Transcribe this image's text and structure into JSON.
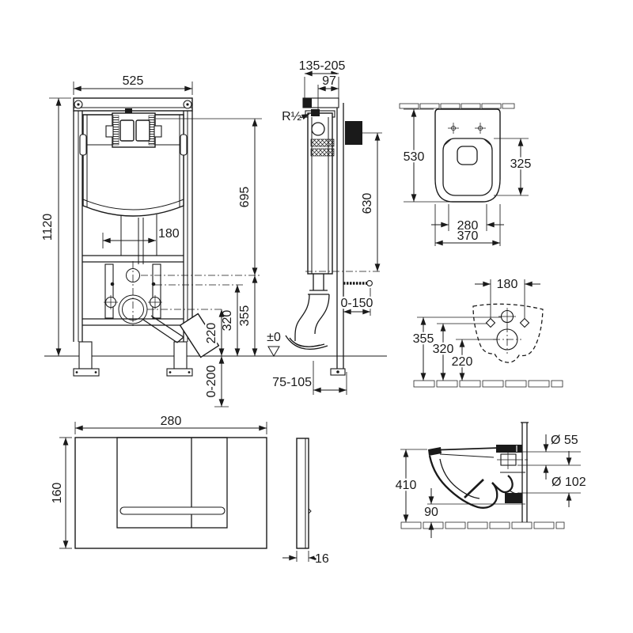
{
  "colors": {
    "ink": "#1a1a1a",
    "paper": "#ffffff"
  },
  "views": {
    "frame_front": {
      "width": "525",
      "height": "1120",
      "flush_pipe_height": "695",
      "pipe_offset": "180",
      "inlet_height": "355",
      "fixing_height": "320",
      "outlet_height": "220",
      "foot_adjust_range": "0-200"
    },
    "frame_side": {
      "depth_range": "135-205",
      "depth": "97",
      "water_connection": "R½",
      "cistern_height": "630",
      "rod_range": "0-150",
      "floor_level": "±0",
      "outlet_offset_range": "75-105"
    },
    "pan_top": {
      "depth": "530",
      "seat_depth": "325",
      "seat_width": "280",
      "width": "370"
    },
    "fixing_points": {
      "bolt_spacing": "180",
      "inlet_height": "355",
      "bolt_height": "320",
      "outlet_height": "220"
    },
    "flush_plate_front": {
      "width": "280",
      "height": "160"
    },
    "flush_plate_side": {
      "thickness": "16"
    },
    "pan_side": {
      "height": "410",
      "rim_clearance": "90",
      "inlet_diameter": "Ø 55",
      "outlet_diameter": "Ø 102"
    }
  }
}
